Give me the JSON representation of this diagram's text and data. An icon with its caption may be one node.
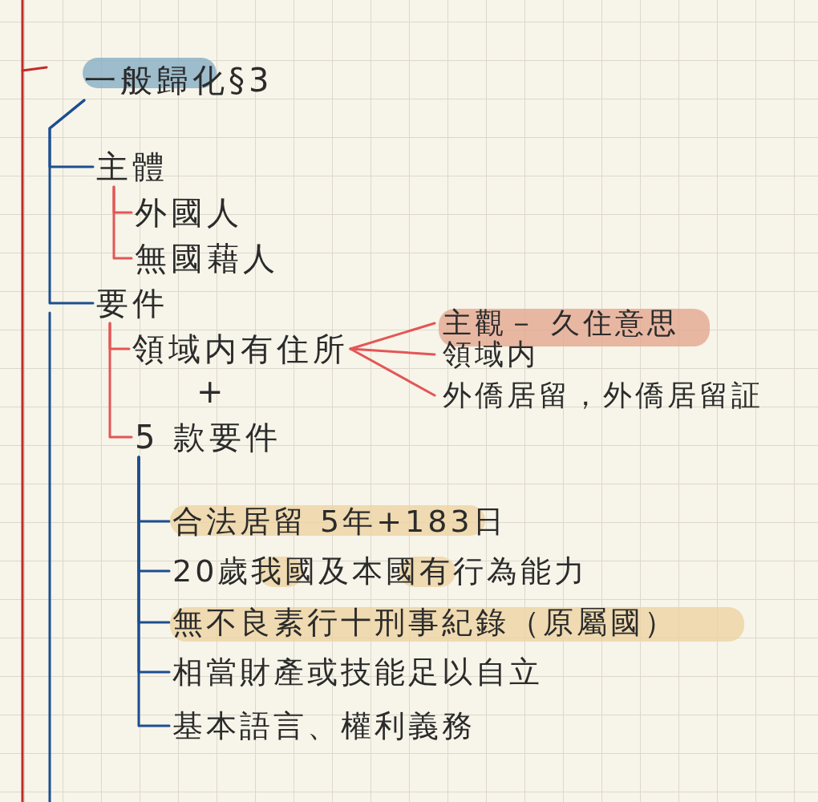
{
  "diagram": {
    "nodes": [
      {
        "text": [
          "一般歸化§3"
        ]
      },
      {
        "text": [
          "主體"
        ]
      },
      {
        "text": [
          "外國人"
        ]
      },
      {
        "text": [
          "無國藉人"
        ]
      },
      {
        "text": [
          "要件"
        ]
      },
      {
        "text": [
          "領域内有住所"
        ]
      },
      {
        "text": [
          "+"
        ]
      },
      {
        "text": [
          "5 款要件"
        ]
      },
      {
        "text": [
          "主觀－ 久住意思"
        ]
      },
      {
        "text": [
          "領域内"
        ]
      },
      {
        "text": [
          "外僑居留，外僑居留証"
        ]
      },
      {
        "text": [
          "合法居留 5年+183日"
        ]
      },
      {
        "text": [
          "20歲我國及本國有行為能力"
        ]
      },
      {
        "text": [
          "無不良素行十刑事紀錄（原屬國）"
        ]
      },
      {
        "text": [
          "相當財產或技能足以自立"
        ]
      },
      {
        "text": [
          "基本語言、權利義務"
        ]
      }
    ],
    "edges": [
      {
        "from": 0,
        "to": 1,
        "arrow": "none"
      },
      {
        "from": 0,
        "to": 4,
        "arrow": "none"
      },
      {
        "from": 1,
        "to": 2,
        "arrow": "none",
        "color": "#e35656"
      },
      {
        "from": 1,
        "to": 3,
        "arrow": "none",
        "color": "#e35656"
      },
      {
        "from": 4,
        "to": 5,
        "arrow": "none",
        "color": "#e35656"
      },
      {
        "from": 4,
        "to": 7,
        "arrow": "none",
        "color": "#e35656"
      },
      {
        "from": 5,
        "to": 8,
        "arrow": "none",
        "color": "#e35656"
      },
      {
        "from": 5,
        "to": 9,
        "arrow": "none",
        "color": "#e35656"
      },
      {
        "from": 5,
        "to": 10,
        "arrow": "none",
        "color": "#e35656"
      },
      {
        "from": 7,
        "to": 11,
        "arrow": "none"
      },
      {
        "from": 7,
        "to": 12,
        "arrow": "none"
      },
      {
        "from": 7,
        "to": 13,
        "arrow": "none"
      },
      {
        "from": 7,
        "to": 14,
        "arrow": "none"
      },
      {
        "from": 7,
        "to": 15,
        "arrow": "none"
      }
    ]
  }
}
